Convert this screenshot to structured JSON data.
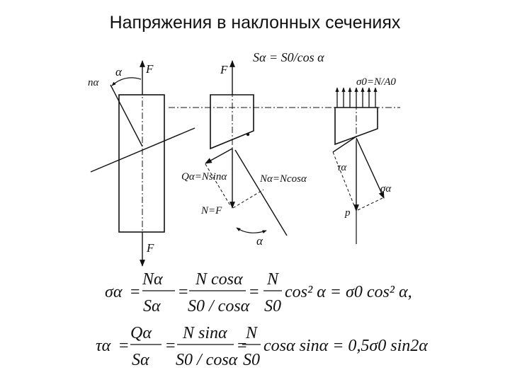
{
  "slide": {
    "title": "Напряжения в наклонных сечениях"
  },
  "diagram": {
    "labels": {
      "n_alpha": "nα",
      "alpha_top": "α",
      "F_top_left": "F",
      "F_top_mid": "F",
      "area_relation": "Sα = S0/cos α",
      "sigma0_def": "σ0=N/A0",
      "Q_alpha": "Qα=Nsinα",
      "N_alpha": "Nα=Ncosα",
      "tau_alpha": "τα",
      "sigma_alpha": "σα",
      "N_eq_F": "N=F",
      "p": "p",
      "alpha_bottom": "α",
      "F_bottom": "F"
    }
  },
  "formulas": {
    "sigma": {
      "lhs": "σα",
      "frac1_num": "Nα",
      "frac1_den": "Sα",
      "frac2_num": "N cosα",
      "frac2_den": "S0 / cosα",
      "frac3_num": "N",
      "frac3_den": "S0",
      "tail": "cos² α = σ0 cos² α,"
    },
    "tau": {
      "lhs": "τα",
      "frac1_num": "Qα",
      "frac1_den": "Sα",
      "frac2_num": "N sinα",
      "frac2_den": "S0 / cosα",
      "frac3_num": "N",
      "frac3_den": "S0",
      "tail": "cosα sinα = 0,5σ0 sin2α"
    }
  }
}
